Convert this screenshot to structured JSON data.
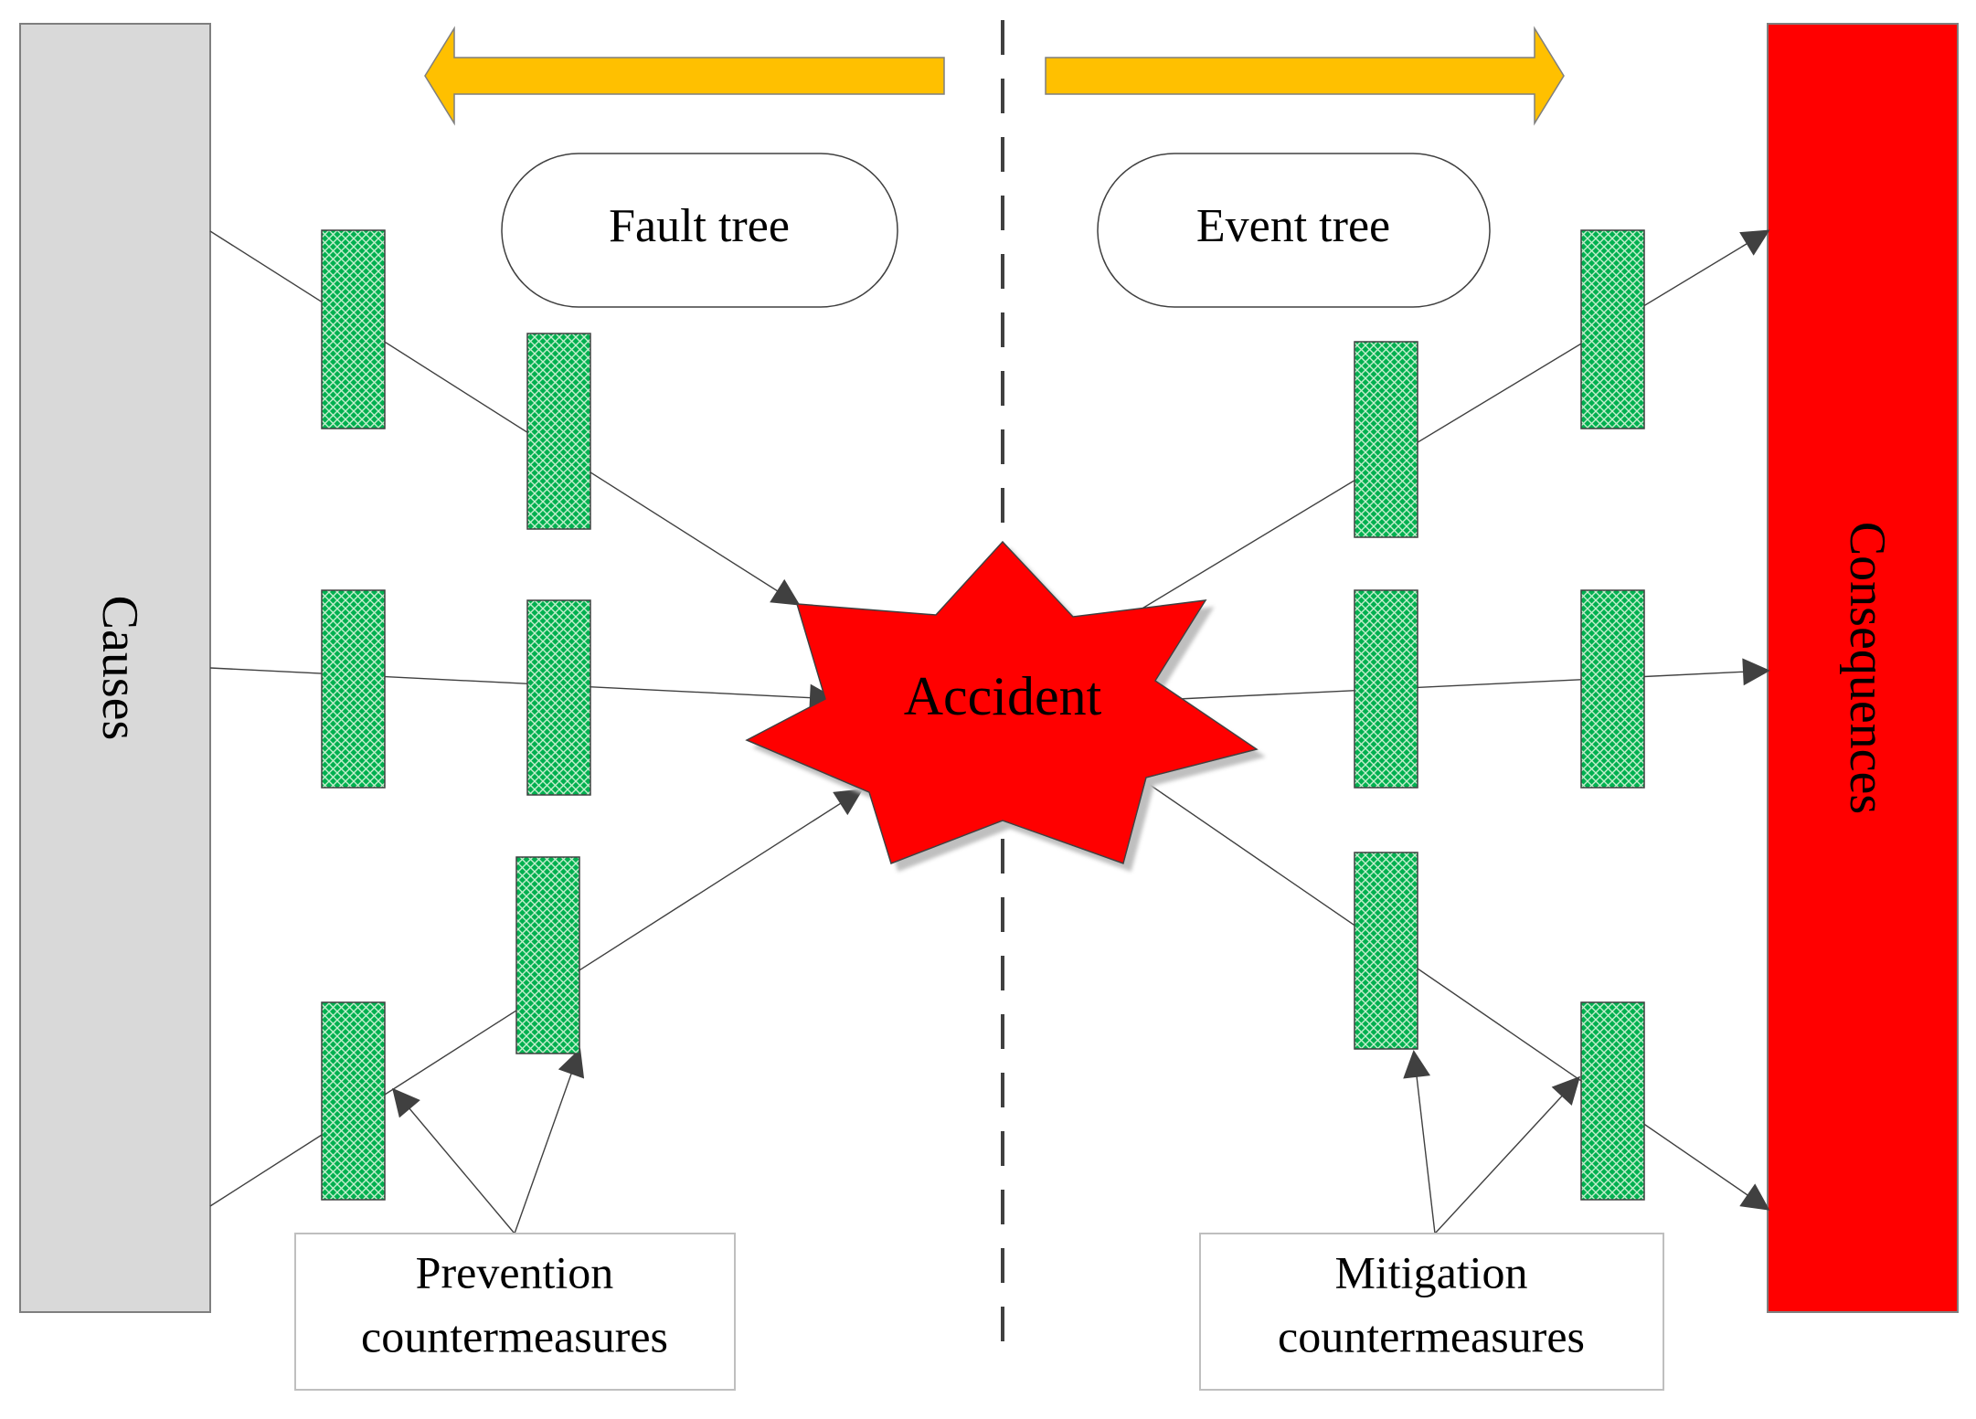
{
  "diagram": {
    "causes_label": "Causes",
    "consequences_label": "Consequences",
    "accident_label": "Accident",
    "fault_tree_label": "Fault tree",
    "event_tree_label": "Event tree",
    "prevention_line1": "Prevention",
    "prevention_line2": "countermeasures",
    "mitigation_line1": "Mitigation",
    "mitigation_line2": "countermeasures"
  },
  "colors": {
    "causes_fill": "#d9d9d9",
    "consequences_fill": "#ff0000",
    "accident_fill": "#ff0000",
    "arrow_fill": "#ffc000",
    "barrier_fill": "#00b050"
  }
}
